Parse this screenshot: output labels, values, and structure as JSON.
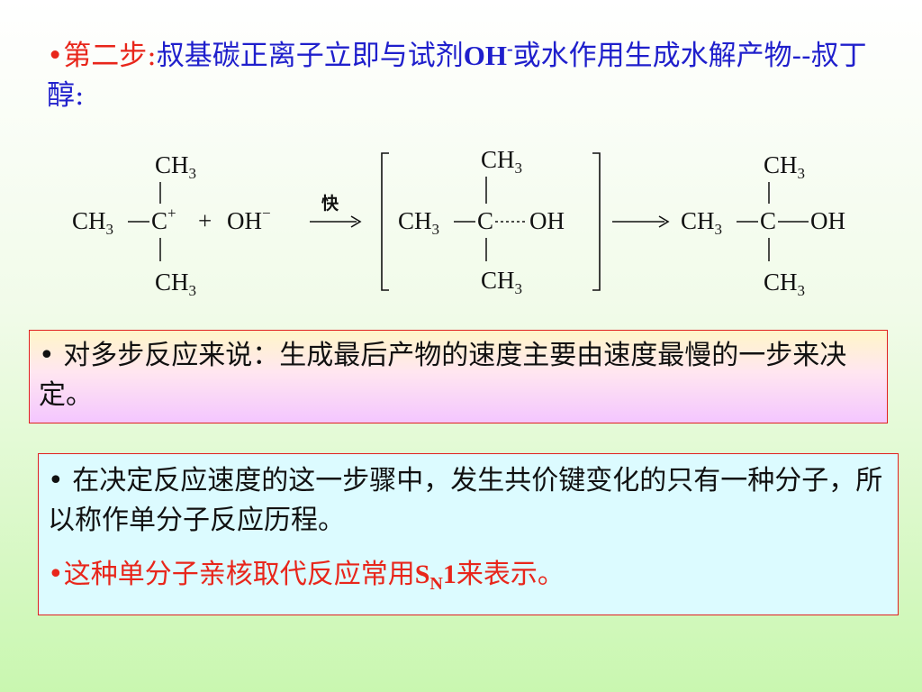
{
  "title": {
    "bullet": "•",
    "step": "第二步:",
    "text_a": "叔基碳正离子立即与试剂",
    "oh": "OH",
    "oh_sup": "-",
    "text_b": "或水作用生成水解产物--叔丁醇:"
  },
  "scheme": {
    "ch3": "CH",
    "three": "3",
    "c": "C",
    "plus_charge": "+",
    "plus": "+",
    "oh": "OH",
    "oh_minus": "−",
    "fast": "快"
  },
  "box1": {
    "bullet": "•",
    "text": " 对多步反应来说：生成最后产物的速度主要由速度最慢的一步来决定。"
  },
  "box2": {
    "bullet1": "•",
    "text1": " 在决定反应速度的这一步骤中，发生共价键变化的只有一种分子，所以称作单分子反应历程。",
    "bullet2": "•",
    "text2a": "这种单分子亲核取代反应常用",
    "sn_s": "S",
    "sn_n": "N",
    "sn_1": "1",
    "text2b": "来表示。"
  },
  "colors": {
    "title_blue": "#1f1fcc",
    "accent_red": "#e8261b",
    "border_red": "#e02020",
    "box2_bg": "#dcfbff"
  }
}
